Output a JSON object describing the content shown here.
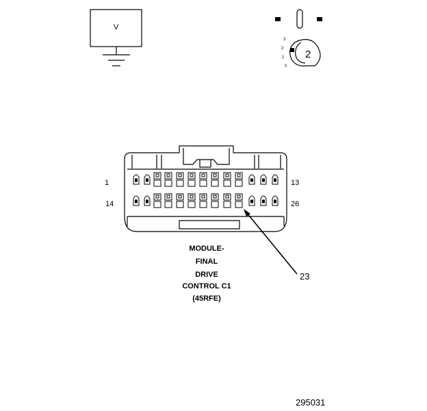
{
  "meter": {
    "symbol": "V"
  },
  "selector": {
    "scale_labels": [
      "3",
      "2",
      "1",
      "0"
    ],
    "setting": "2"
  },
  "connector": {
    "pin_left_top": "1",
    "pin_left_bottom": "14",
    "pin_right_top": "13",
    "pin_right_bottom": "26",
    "callout_pin": "23",
    "label_lines": [
      "MODULE-",
      "FINAL",
      "DRIVE",
      "CONTROL C1",
      "(45RFE)"
    ]
  },
  "figure_id": "295031"
}
